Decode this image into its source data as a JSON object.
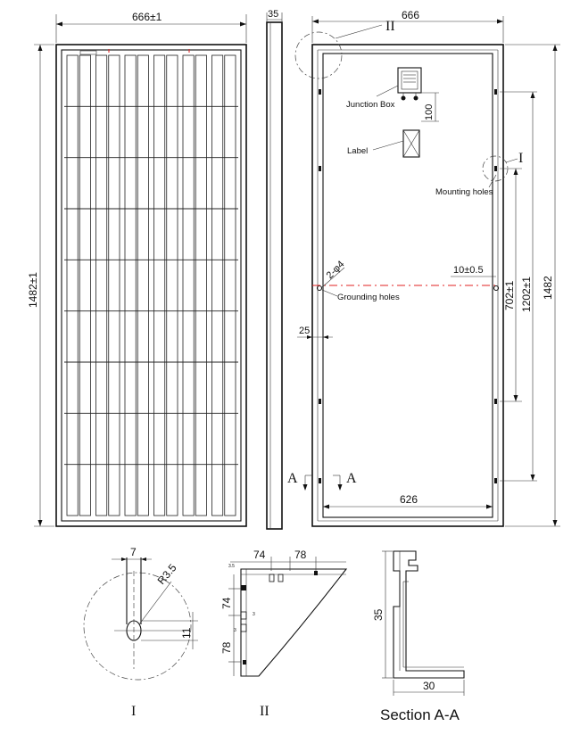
{
  "front_view": {
    "width_label": "666±1",
    "height_label": "1482±1",
    "cell_columns": 6,
    "cell_rows": 9
  },
  "side_view": {
    "thickness_label": "35"
  },
  "back_view": {
    "width_label": "666",
    "height_label": "1482",
    "mount_span_label": "1202±1",
    "mount_inner_label": "702±1",
    "inner_width_label": "626",
    "edge_offset_label": "25",
    "hole_offset_label": "10±0.5",
    "hole_spec_label": "2-φ4",
    "junction_box_label": "Junction Box",
    "jb_offset_label": "100",
    "label_label": "Label",
    "mounting_holes_label": "Mounting holes",
    "grounding_holes_label": "Grounding holes",
    "detail_i_label": "I",
    "detail_ii_label": "II",
    "section_mark_left": "A",
    "section_mark_right": "A"
  },
  "detail_i": {
    "width_label": "7",
    "radius_label": "R3.5",
    "length_label": "11",
    "caption": "I"
  },
  "detail_ii": {
    "dim_a": "74",
    "dim_b": "78",
    "dim_c": "74",
    "dim_d": "78",
    "small_a": "3.5",
    "small_b": "3",
    "small_c": "3",
    "caption": "II"
  },
  "section_aa": {
    "height_label": "35",
    "width_label": "30",
    "caption": "Section A-A"
  },
  "colors": {
    "line": "#111111",
    "centerline_red": "#e02020"
  }
}
